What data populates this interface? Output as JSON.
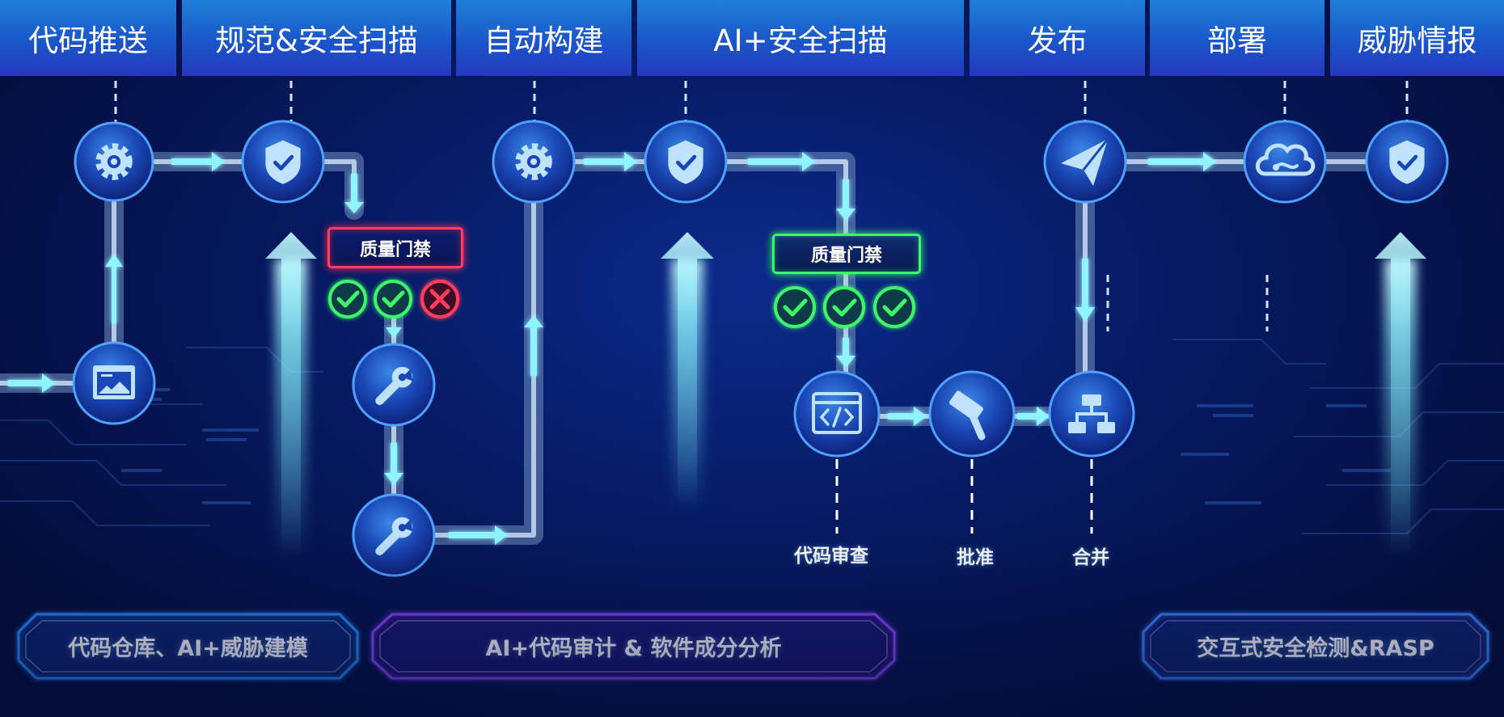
{
  "header": {
    "stages": [
      "代码推送",
      "规范&安全扫描",
      "自动构建",
      "AI+安全扫描",
      "发布",
      "部署",
      "威胁情报"
    ]
  },
  "gates": {
    "left": {
      "label": "质量门禁",
      "results": [
        "pass",
        "pass",
        "fail"
      ]
    },
    "right": {
      "label": "质量门禁",
      "results": [
        "pass",
        "pass",
        "pass"
      ]
    }
  },
  "steps": {
    "review": "代码审查",
    "approve": "批准",
    "merge": "合并"
  },
  "panels": {
    "left": "代码仓库、AI+威胁建模",
    "middle": "AI+代码审计 & 软件成分分析",
    "right": "交互式安全检测&RASP"
  },
  "icons": {
    "node_1": "gear-icon",
    "node_2": "shield-check-icon",
    "repository": "monitor-chart-icon",
    "fix_1": "wrench-icon",
    "fix_2": "wrench-icon",
    "node_3": "gear-icon",
    "node_4": "shield-check-icon",
    "review": "code-window-icon",
    "approve": "gavel-icon",
    "merge": "hierarchy-icon",
    "release": "paper-plane-icon",
    "deploy": "cloud-icon",
    "threat": "shield-check-icon"
  },
  "colors": {
    "header": "#1a56c9",
    "background": "#061a63",
    "pipe": "#9fc0e6",
    "arrow": "#7ff2ff",
    "pass": "#3df56b",
    "fail": "#ff3d5e",
    "panel_blue": "#2a8cff",
    "panel_purple": "#8a46ff"
  }
}
